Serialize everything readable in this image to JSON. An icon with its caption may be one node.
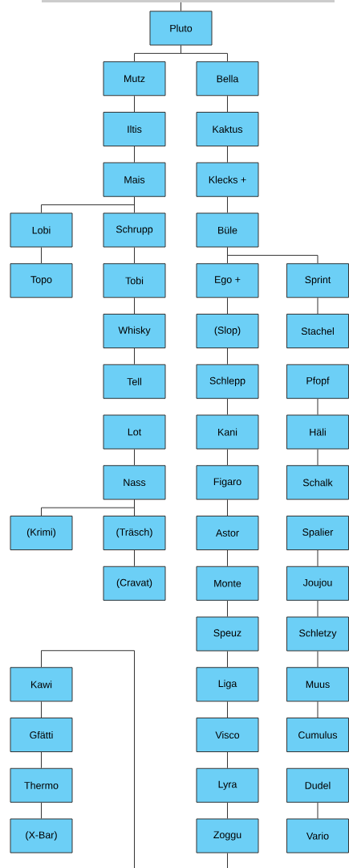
{
  "diagram": {
    "nodes": [
      {
        "text": [
          "Pluto"
        ]
      },
      {
        "text": [
          "Mutz"
        ]
      },
      {
        "text": [
          "Bella"
        ]
      },
      {
        "text": [
          "Iltis"
        ]
      },
      {
        "text": [
          "Kaktus"
        ]
      },
      {
        "text": [
          "Mais"
        ]
      },
      {
        "text": [
          "Klecks +"
        ]
      },
      {
        "text": [
          "Lobi"
        ]
      },
      {
        "text": [
          "Schrupp"
        ]
      },
      {
        "text": [
          "Büle"
        ]
      },
      {
        "text": [
          "Topo"
        ]
      },
      {
        "text": [
          "Tobi"
        ]
      },
      {
        "text": [
          "Ego +"
        ]
      },
      {
        "text": [
          "Sprint"
        ]
      },
      {
        "text": [
          "Whisky"
        ]
      },
      {
        "text": [
          "(Slop)"
        ]
      },
      {
        "text": [
          "Stachel"
        ]
      },
      {
        "text": [
          "Tell"
        ]
      },
      {
        "text": [
          "Schlepp"
        ]
      },
      {
        "text": [
          "Pfopf"
        ]
      },
      {
        "text": [
          "Lot"
        ]
      },
      {
        "text": [
          "Kani"
        ]
      },
      {
        "text": [
          "Häli"
        ]
      },
      {
        "text": [
          "Nass"
        ]
      },
      {
        "text": [
          "Figaro"
        ]
      },
      {
        "text": [
          "Schalk"
        ]
      },
      {
        "text": [
          "(Krimi)"
        ]
      },
      {
        "text": [
          "(Träsch)"
        ]
      },
      {
        "text": [
          "Astor"
        ]
      },
      {
        "text": [
          "Spalier"
        ]
      },
      {
        "text": [
          "(Cravat)"
        ]
      },
      {
        "text": [
          "Monte"
        ]
      },
      {
        "text": [
          "Joujou"
        ]
      },
      {
        "text": [
          "Speuz"
        ]
      },
      {
        "text": [
          "Schletzy"
        ]
      },
      {
        "text": [
          "Kawi"
        ]
      },
      {
        "text": [
          "Liga"
        ]
      },
      {
        "text": [
          "Muus"
        ]
      },
      {
        "text": [
          "Gfätti"
        ]
      },
      {
        "text": [
          "Visco"
        ]
      },
      {
        "text": [
          "Cumulus"
        ]
      },
      {
        "text": [
          "Thermo"
        ]
      },
      {
        "text": [
          "Lyra"
        ]
      },
      {
        "text": [
          "Dudel"
        ]
      },
      {
        "text": [
          "(X-Bar)"
        ]
      },
      {
        "text": [
          "Zoggu"
        ]
      },
      {
        "text": [
          "Vario"
        ]
      }
    ],
    "edges": [
      {
        "from": null,
        "to": 0,
        "arrow": "none"
      },
      {
        "from": 0,
        "to": 1,
        "arrow": "none"
      },
      {
        "from": 0,
        "to": 2,
        "arrow": "none"
      },
      {
        "from": 1,
        "to": 3,
        "arrow": "none"
      },
      {
        "from": 3,
        "to": 5,
        "arrow": "none"
      },
      {
        "from": 5,
        "to": 7,
        "arrow": "none"
      },
      {
        "from": 5,
        "to": 8,
        "arrow": "none"
      },
      {
        "from": 7,
        "to": 10,
        "arrow": "none"
      },
      {
        "from": 8,
        "to": 11,
        "arrow": "none"
      },
      {
        "from": 11,
        "to": 14,
        "arrow": "none"
      },
      {
        "from": 14,
        "to": 17,
        "arrow": "none"
      },
      {
        "from": 20,
        "to": 23,
        "arrow": "none"
      },
      {
        "from": 23,
        "to": 26,
        "arrow": "none"
      },
      {
        "from": 23,
        "to": 27,
        "arrow": "none"
      },
      {
        "from": 27,
        "to": 30,
        "arrow": "none"
      },
      {
        "from": 2,
        "to": 4,
        "arrow": "none"
      },
      {
        "from": 4,
        "to": 6,
        "arrow": "none"
      },
      {
        "from": 6,
        "to": 9,
        "arrow": "none"
      },
      {
        "from": 9,
        "to": 12,
        "arrow": "none"
      },
      {
        "from": 9,
        "to": 13,
        "arrow": "none"
      },
      {
        "from": 12,
        "to": 15,
        "arrow": "none"
      },
      {
        "from": 15,
        "to": 18,
        "arrow": "none"
      },
      {
        "from": 18,
        "to": 21,
        "arrow": "none"
      },
      {
        "from": 21,
        "to": 24,
        "arrow": "none"
      },
      {
        "from": 24,
        "to": 28,
        "arrow": "none"
      },
      {
        "from": 28,
        "to": 31,
        "arrow": "none"
      },
      {
        "from": 31,
        "to": 33,
        "arrow": "none"
      },
      {
        "from": 33,
        "to": 36,
        "arrow": "none"
      },
      {
        "from": 36,
        "to": 39,
        "arrow": "none"
      },
      {
        "from": 39,
        "to": 42,
        "arrow": "none"
      },
      {
        "from": 42,
        "to": 45,
        "arrow": "none"
      },
      {
        "from": 45,
        "to": null,
        "arrow": "none"
      },
      {
        "from": 13,
        "to": 16,
        "arrow": "none"
      },
      {
        "from": 19,
        "to": 22,
        "arrow": "none"
      },
      {
        "from": 22,
        "to": 25,
        "arrow": "none"
      },
      {
        "from": 29,
        "to": 32,
        "arrow": "none"
      },
      {
        "from": 32,
        "to": 34,
        "arrow": "none"
      },
      {
        "from": 34,
        "to": 37,
        "arrow": "none"
      },
      {
        "from": 37,
        "to": 40,
        "arrow": "none"
      },
      {
        "from": 43,
        "to": 46,
        "arrow": "none"
      },
      {
        "from": 35,
        "to": 38,
        "arrow": "none"
      },
      {
        "from": 38,
        "to": 41,
        "arrow": "none"
      },
      {
        "from": 41,
        "to": 44,
        "arrow": "none"
      },
      {
        "from": 35,
        "to": null,
        "arrow": "none"
      }
    ]
  }
}
